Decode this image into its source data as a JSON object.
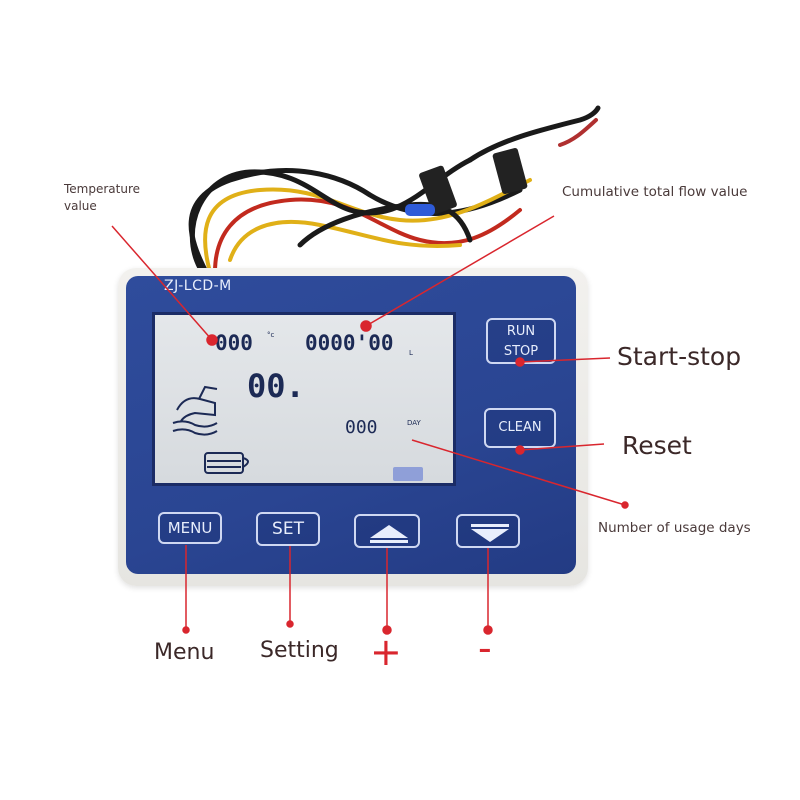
{
  "device": {
    "model": "ZJ-LCD-M",
    "lcd": {
      "temperature_value": "000",
      "temperature_unit": "°c",
      "total_flow_value": "0000'00",
      "total_flow_unit": "L",
      "flow_rate_value": "00.",
      "usage_days_value": "000",
      "usage_days_unit": "DAY"
    },
    "buttons": {
      "run_label": "RUN",
      "stop_label": "STOP",
      "clean_label": "CLEAN",
      "menu_label": "MENU",
      "set_label": "SET"
    }
  },
  "annotations": {
    "temperature_line1": "Temperature",
    "temperature_line2": "value",
    "cumulative_flow": "Cumulative total flow value",
    "start_stop": "Start-stop",
    "reset": "Reset",
    "usage_days": "Number of usage days",
    "menu": "Menu",
    "setting": "Setting",
    "plus": "+",
    "minus": "-"
  },
  "colors": {
    "panel_blue": "#2a4592",
    "callout_red": "#d9262e",
    "lcd_background": "#dde1e4"
  },
  "icons": [
    "faucet-icon",
    "filter-cup-icon",
    "up-arrow-icon",
    "down-arrow-icon"
  ]
}
